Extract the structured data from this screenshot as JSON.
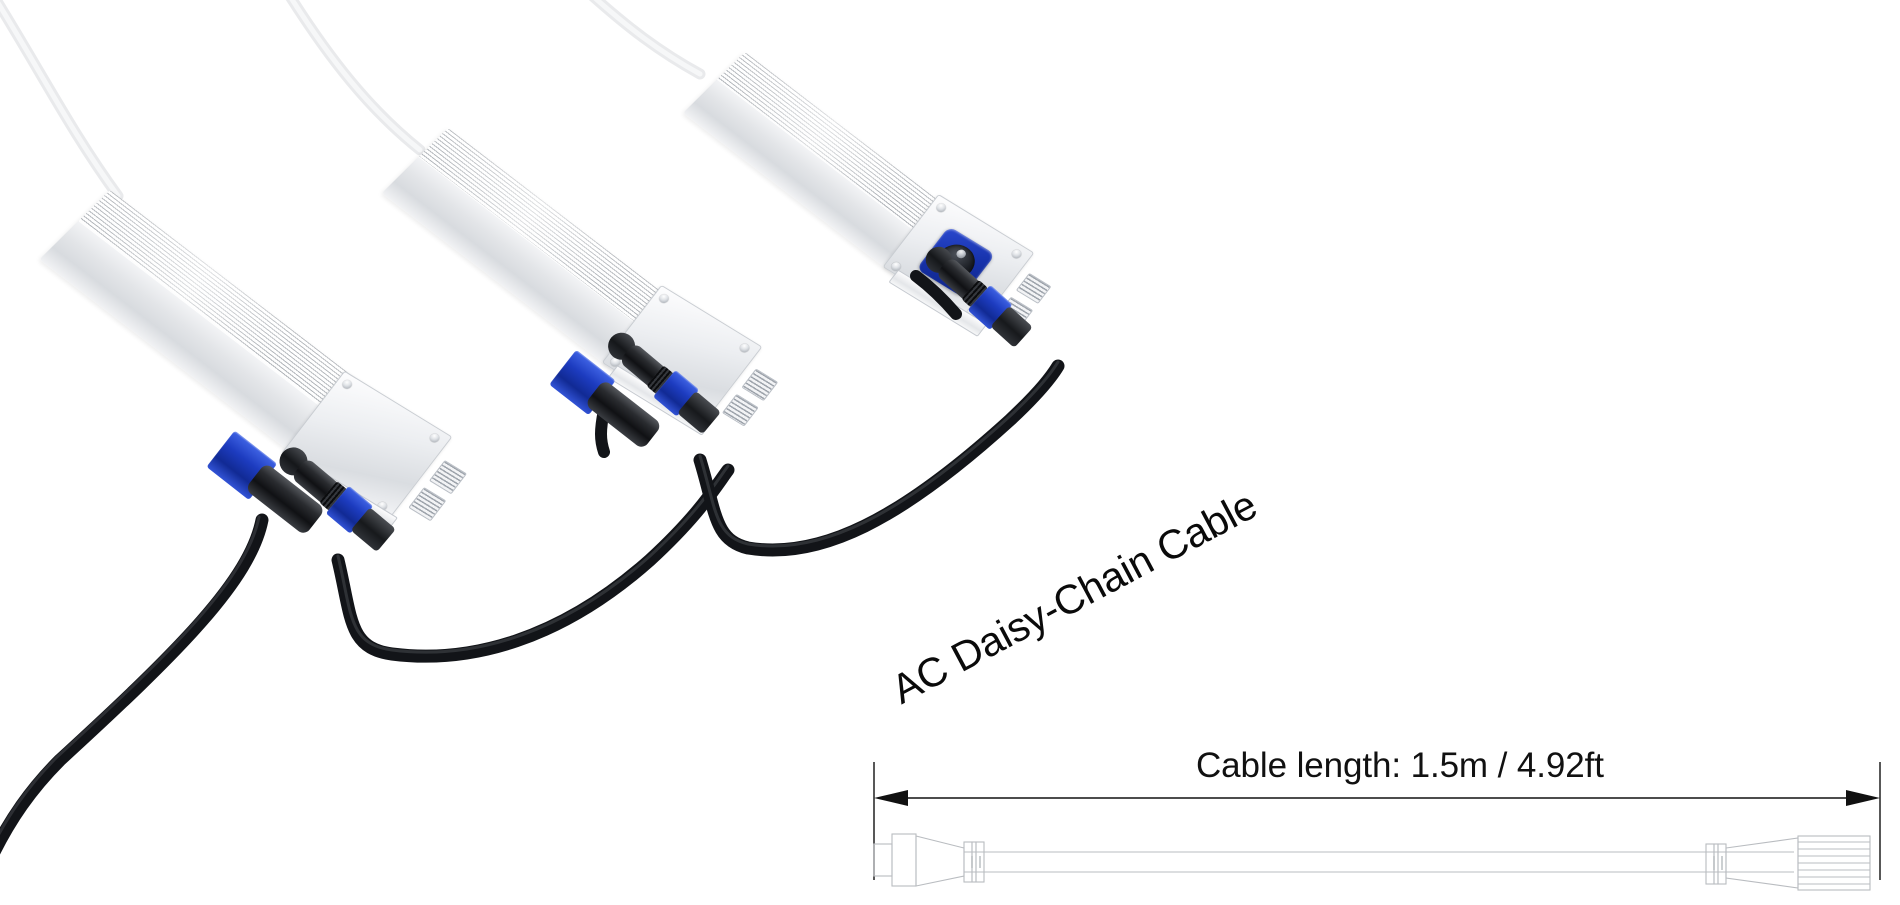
{
  "image": {
    "type": "product-photo-diagram",
    "background_color": "#ffffff",
    "subject": "LED driver daisy-chain wiring illustration"
  },
  "annotations": {
    "chain_label": "AC Daisy-Chain Cable",
    "cable_length_label": "Cable length: 1.5m / 4.92ft"
  },
  "colors": {
    "connector_blue": "#1d3cc0",
    "connector_black": "#17191c",
    "housing_silver": "#e3e5e8",
    "text": "#0a0a0a",
    "dimension_line": "#111111",
    "outline_gray": "#b9bcc0"
  },
  "drivers": [
    {
      "id": 1,
      "name": "led-driver-left",
      "housing": "finned aluminum",
      "port": "3-pin AC socket"
    },
    {
      "id": 2,
      "name": "led-driver-middle",
      "housing": "finned aluminum",
      "port": "3-pin AC socket"
    },
    {
      "id": 3,
      "name": "led-driver-right",
      "housing": "finned aluminum",
      "port": "3-pin AC socket"
    }
  ],
  "cables": {
    "daisy_chain_count": 2,
    "output_leads": 3,
    "input_leads_white": 3,
    "jacket_color": "#17191c",
    "coupler_color": "#1d3cc0"
  },
  "tech_drawing": {
    "name": "cable-dimension-drawing",
    "measure": "1.5m / 4.92ft",
    "left_connector": "female-socket-connector",
    "right_connector": "male-plug-connector",
    "arrow_style": "double-headed dimension arrow"
  }
}
